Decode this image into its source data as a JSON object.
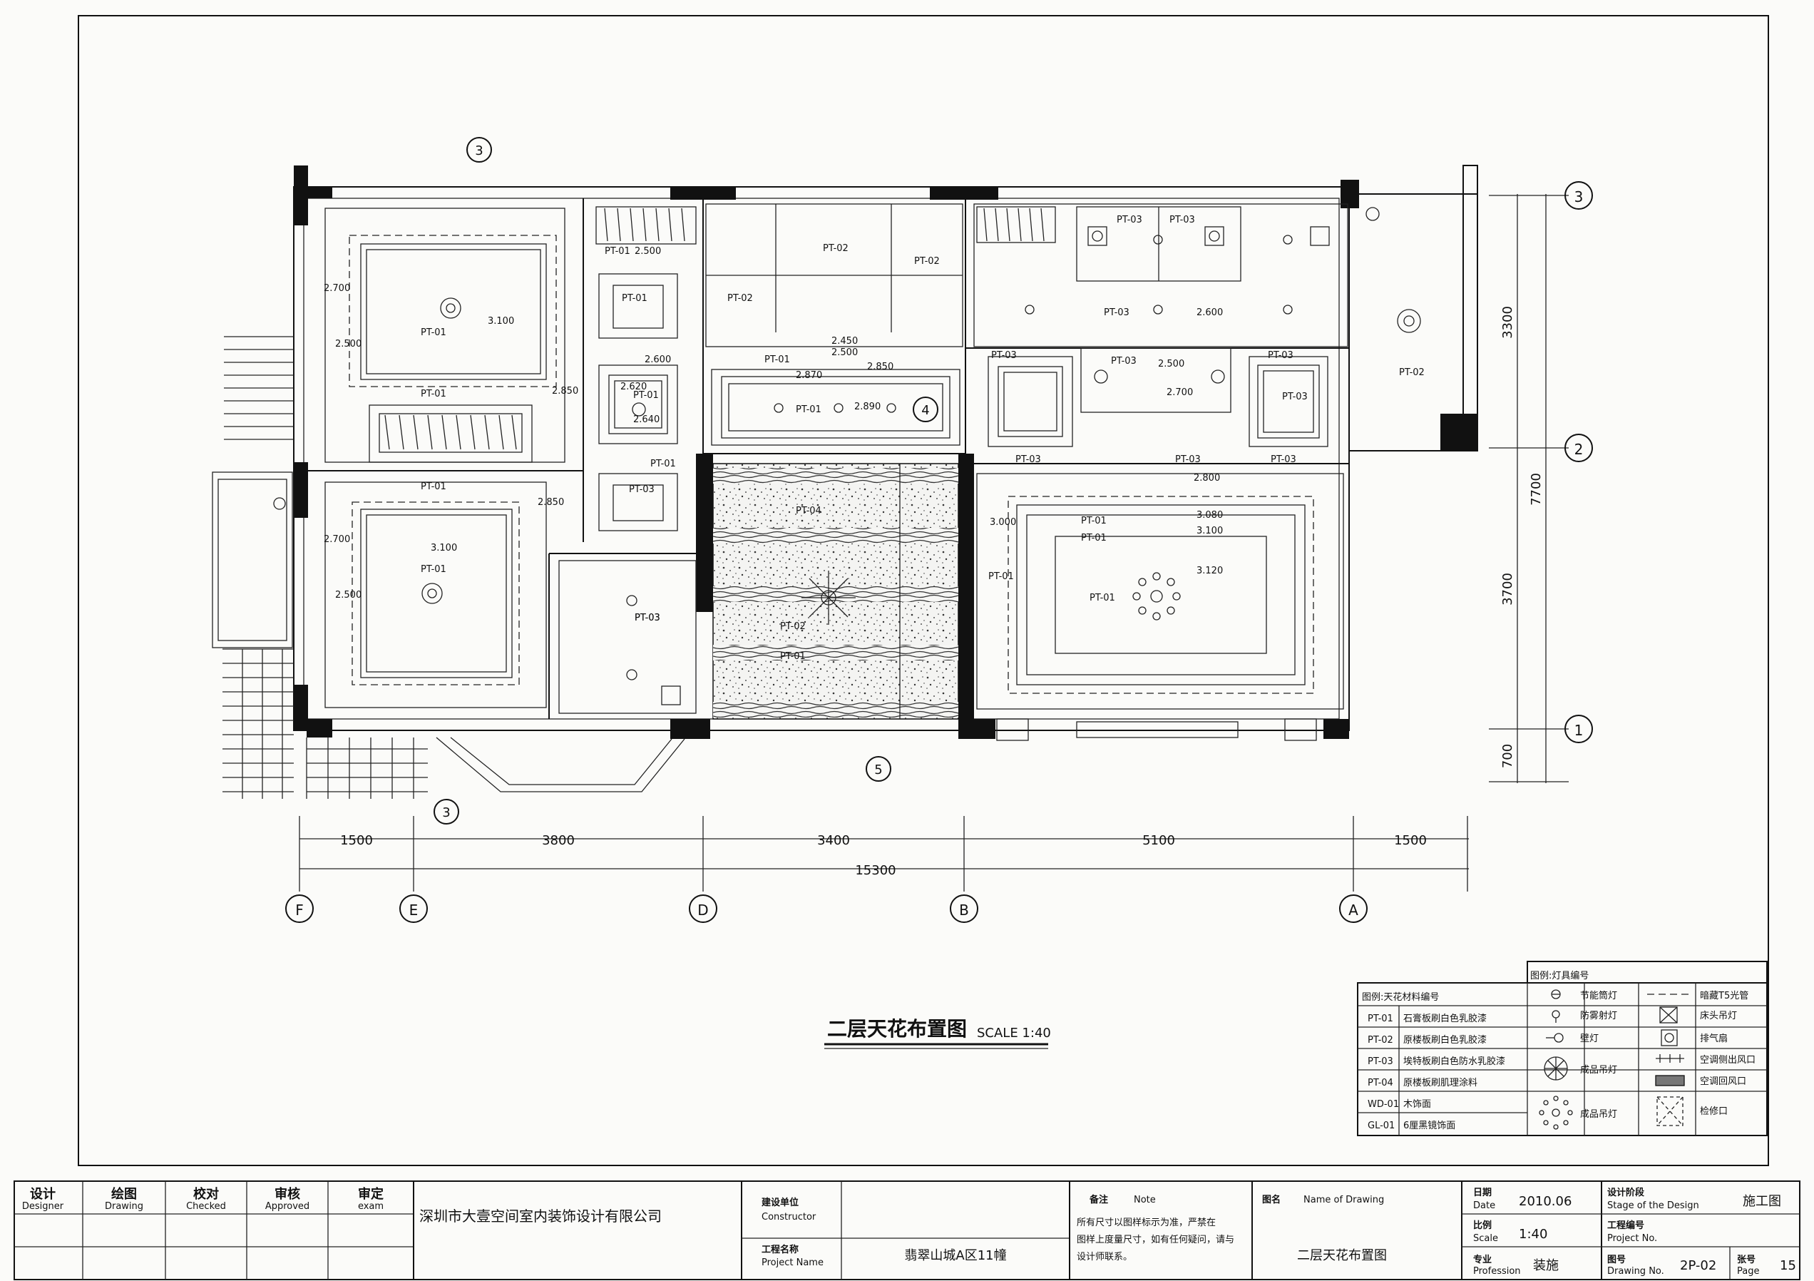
{
  "drawing": {
    "title": "二层天花布置图",
    "scale": "SCALE 1:40"
  },
  "axes": {
    "horizontal": [
      {
        "label": "F"
      },
      {
        "label": "E"
      },
      {
        "label": "D"
      },
      {
        "label": "B"
      },
      {
        "label": "A"
      }
    ],
    "vertical": [
      {
        "label": "3"
      },
      {
        "label": "2"
      },
      {
        "label": "1"
      }
    ],
    "dims_bottom": [
      "1500",
      "3800",
      "3400",
      "5100",
      "1500"
    ],
    "dim_total": "15300",
    "dims_right": [
      "3300",
      "3700",
      "700"
    ],
    "dim_right_total": "7700"
  },
  "section_markers": [
    "3",
    "3",
    "4",
    "5"
  ],
  "plan_labels": {
    "pt01": "PT-01",
    "pt02": "PT-02",
    "pt03": "PT-03",
    "pt04": "PT-04",
    "heights": [
      "2.700",
      "2.500",
      "3.100",
      "2.850",
      "2.500",
      "2.600",
      "2.620",
      "2.640",
      "2.450",
      "2.500",
      "2.870",
      "2.850",
      "2.890",
      "2.600",
      "2.500",
      "2.700",
      "2.800",
      "3.000",
      "3.080",
      "3.100",
      "3.120",
      "2.700",
      "2.500",
      "2.850",
      "3.100"
    ]
  },
  "legend": {
    "material_title": "图例:天花材料编号",
    "materials": [
      {
        "code": "PT-01",
        "desc": "石膏板刷白色乳胶漆"
      },
      {
        "code": "PT-02",
        "desc": "原楼板刷白色乳胶漆"
      },
      {
        "code": "PT-03",
        "desc": "埃特板刷白色防水乳胶漆"
      },
      {
        "code": "PT-04",
        "desc": "原楼板刷肌理涂料"
      },
      {
        "code": "WD-01",
        "desc": "木饰面"
      },
      {
        "code": "GL-01",
        "desc": "6厘黑镜饰面"
      }
    ],
    "light_title": "图例:灯具编号",
    "lights": [
      {
        "icon": "downlight-icon",
        "name": "节能筒灯"
      },
      {
        "icon": "fog-spotlight-icon",
        "name": "防雾射灯"
      },
      {
        "icon": "wall-lamp-icon",
        "name": "壁灯"
      },
      {
        "icon": "chandelier-icon",
        "name": "成品吊灯"
      },
      {
        "icon": "chandelier-large-icon",
        "name": "成品吊灯"
      }
    ],
    "others": [
      {
        "icon": "t5-tube-icon",
        "name": "暗藏T5光管"
      },
      {
        "icon": "bedside-pendant-icon",
        "name": "床头吊灯"
      },
      {
        "icon": "exhaust-fan-icon",
        "name": "排气扇"
      },
      {
        "icon": "ac-supply-icon",
        "name": "空调侧出风口"
      },
      {
        "icon": "ac-return-icon",
        "name": "空调回风口"
      },
      {
        "icon": "access-hatch-icon",
        "name": "检修口"
      }
    ]
  },
  "title_block": {
    "roles": [
      {
        "cn": "设计",
        "en": "Designer"
      },
      {
        "cn": "绘图",
        "en": "Drawing"
      },
      {
        "cn": "校对",
        "en": "Checked"
      },
      {
        "cn": "审核",
        "en": "Approved"
      },
      {
        "cn": "审定",
        "en": "exam"
      }
    ],
    "company": "深圳市大壹空间室内装饰设计有限公司",
    "constructor_cn": "建设单位",
    "constructor_en": "Constructor",
    "project_name_cn": "工程名称",
    "project_name_en": "Project Name",
    "project_name": "翡翠山城A区11幢",
    "note_cn": "备注",
    "note_en": "Note",
    "note_lines": [
      "所有尺寸以图样标示为准，严禁在",
      "图样上度量尺寸，如有任何疑问，请与",
      "设计师联系。"
    ],
    "drawing_name_cn": "图名",
    "drawing_name_en": "Name of Drawing",
    "drawing_name": "二层天花布置图",
    "date_cn": "日期",
    "date_en": "Date",
    "date": "2010.06",
    "scale_cn": "比例",
    "scale_en": "Scale",
    "scale": "1:40",
    "profession_cn": "专业",
    "profession_en": "Profession",
    "profession": "装施",
    "stage_cn": "设计阶段",
    "stage_en": "Stage of the Design",
    "stage": "施工图",
    "project_no_cn": "工程编号",
    "project_no_en": "Project No.",
    "drawing_no_cn": "图号",
    "drawing_no_en": "Drawing No.",
    "drawing_no": "2P-02",
    "page_cn": "张号",
    "page_en": "Page",
    "page": "15"
  }
}
